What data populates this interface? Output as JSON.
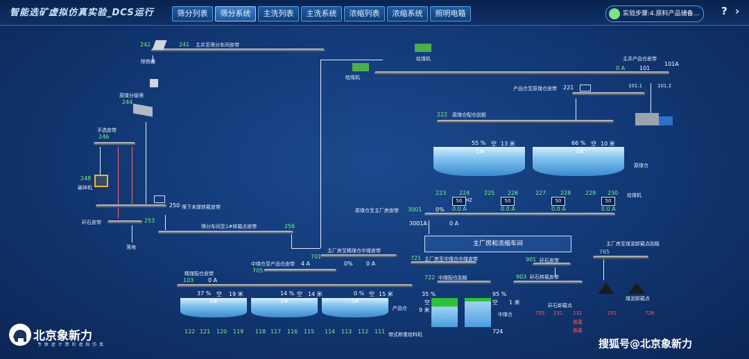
{
  "header": {
    "app_title": "智能选矿虚拟仿真实验_DCS运行",
    "tabs": [
      "筛分列表",
      "筛分系统",
      "主洗列表",
      "主洗系统",
      "浓缩列表",
      "浓缩系统",
      "照明电箱"
    ],
    "step_label": "实验步骤:4.原料产品储备...",
    "help": "?",
    "nav": "›"
  },
  "labels": {
    "n242": "242",
    "n241": "241",
    "belt241": "主井至筛分车间皮带",
    "chuzhu": "除铁器",
    "feeder1": "给煤机",
    "feeder2": "给煤机",
    "main_prod_belt": "主井产品仓皮带",
    "v0a1": "0 A",
    "n101": "101",
    "n101a": "101A",
    "n1011": "101.1",
    "n1012": "101.2",
    "prod_belt": "产品仓至原煤仓皮带",
    "n221": "221",
    "raw_sieve": "原煤分级筛",
    "n244": "244",
    "hand_belt": "手选皮带",
    "n246": "246",
    "n248": "248",
    "crusher": "破碎机",
    "n222": "222",
    "bin_dist_belt": "原煤仓配仓刮板",
    "p55": "55 %",
    "empty1": "空",
    "m13": "13 米",
    "p66": "66 %",
    "empty2": "空",
    "m10": "10 米",
    "tank1": "1#",
    "tank2": "1#",
    "raw_bin": "原煤仓",
    "f223": "223",
    "f224": "224",
    "f225": "225",
    "f226": "226",
    "f227": "227",
    "f228": "228",
    "f229": "229",
    "f230": "230",
    "feeder3": "给煤机",
    "g1": "50",
    "g2": "50",
    "g3": "50",
    "g4": "50",
    "hz": "HZ",
    "a1": "0.0 A",
    "a2": "0.0 A",
    "a3": "0.0 A",
    "a4": "0.0 A",
    "n250": "250",
    "belt250": "筛下末煤转载皮带",
    "gangue_belt": "矸石皮带",
    "n253": "253",
    "waste": "落地",
    "belt256": "筛分车间至1#转载点皮带",
    "n256": "256",
    "raw_to_main": "原煤仓至主厂房皮带",
    "n3001": "3001",
    "p0": "0%",
    "n3001a": "3001A",
    "v0a2": "0 A",
    "main_room": "主厂房和浓缩车间",
    "n701": "701",
    "belt701": "主厂房至精煤仓中煤皮带",
    "p0b": "0%",
    "v0a3": "0 A",
    "n705": "705",
    "belt705": "中煤仓至产品仓皮带",
    "v4a": "4 A",
    "n721": "721",
    "belt721": "主厂房至中煤仓中煤皮带",
    "n901": "901",
    "gangue2": "矸石皮带",
    "n765": "765",
    "belt765": "主厂房至煤泥卸载点刮板",
    "clean_belt": "精煤配仓皮带",
    "n103": "103",
    "v0a4": "0 A",
    "pct37": "37 %",
    "empty3": "空",
    "m19": "19 米",
    "pct14": "14 %",
    "empty4": "空",
    "m14": "14 米",
    "pct0": "0 %",
    "empty5": "空",
    "m15": "15 米",
    "n722": "722",
    "mid_scraper": "中煤配仓刮板",
    "n903": "903",
    "gangue_load": "矸石转载皮带",
    "t1": "1#",
    "t2": "2#",
    "t3": "3#",
    "prod_bin": "产品仓",
    "p35": "35 %",
    "empty6": "空",
    "m9": "9 米",
    "p95": "95 %",
    "empty7": "空",
    "m1": "1 米",
    "gangue_point": "矸石卸载点",
    "slime_point": "煤泥卸载点",
    "mid_bin": "中煤仓",
    "b122": "122",
    "b121": "121",
    "b120": "120",
    "b119": "119",
    "b118": "118",
    "b117": "117",
    "b116": "116",
    "b115": "115",
    "b114": "114",
    "b113": "113",
    "b112": "112",
    "b111": "111",
    "quant_feeder": "带式称重给料机",
    "n724": "724",
    "n725": "725",
    "n231": "231",
    "n232": "232",
    "n252": "252",
    "n726": "726",
    "r1": "装载",
    "r2": "装载"
  },
  "logo": {
    "name": "北京象新力",
    "sub": "专 致 虚 计 算 的 虚 拟 仿 真"
  },
  "watermark": "搜狐号@北京象新力"
}
